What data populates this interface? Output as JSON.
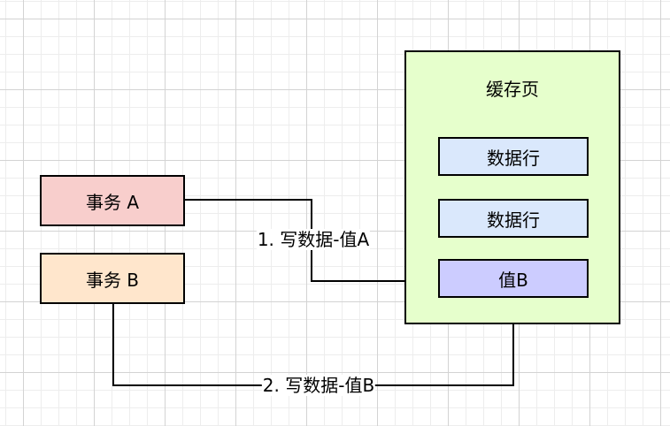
{
  "transactions": {
    "a_label": "事务 A",
    "b_label": "事务 B"
  },
  "cache_page": {
    "title": "缓存页",
    "rows": [
      {
        "label": "数据行",
        "color": "#dae8fc"
      },
      {
        "label": "数据行",
        "color": "#dae8fc"
      },
      {
        "label": "值B",
        "color": "#ccccff"
      }
    ]
  },
  "edges": {
    "a_to_row": "1. 写数据-值A",
    "b_to_row": "2. 写数据-值B"
  },
  "colors": {
    "transaction_a": "#f8cecc",
    "transaction_b": "#ffe6cc",
    "cache_page": "#e6ffcc"
  }
}
